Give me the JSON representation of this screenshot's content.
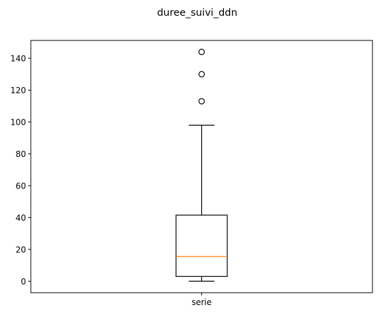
{
  "chart_data": {
    "type": "box",
    "title": "duree_suivi_ddn",
    "categories": [
      "serie"
    ],
    "ylim": [
      -7.2,
      151.2
    ],
    "yticks": [
      0,
      20,
      40,
      60,
      80,
      100,
      120,
      140
    ],
    "yticklabels": [
      "0",
      "20",
      "40",
      "60",
      "80",
      "100",
      "120",
      "140"
    ],
    "grid": false,
    "boxes": [
      {
        "label": "serie",
        "whisker_low": 0,
        "q1": 3,
        "median": 15.5,
        "q3": 41.5,
        "whisker_high": 98,
        "outliers": [
          113,
          130,
          144
        ]
      }
    ],
    "colors": {
      "box": "#000000",
      "median": "#ff7f0e",
      "outlier_edge": "#000000"
    }
  }
}
